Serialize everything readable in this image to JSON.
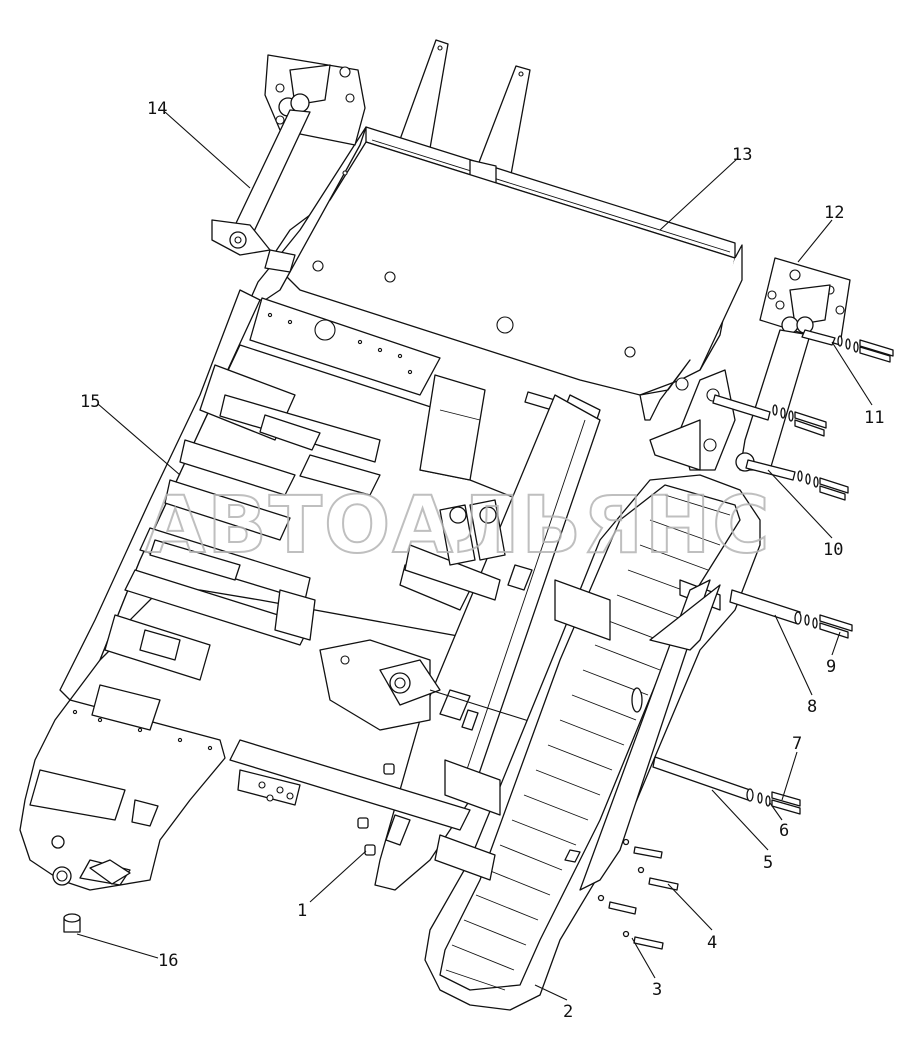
{
  "watermark": "АВТОАЛЬЯНС",
  "callouts": [
    {
      "id": "c1",
      "label": "1"
    },
    {
      "id": "c2",
      "label": "2"
    },
    {
      "id": "c3",
      "label": "3"
    },
    {
      "id": "c4",
      "label": "4"
    },
    {
      "id": "c5",
      "label": "5"
    },
    {
      "id": "c6",
      "label": "6"
    },
    {
      "id": "c7",
      "label": "7"
    },
    {
      "id": "c8",
      "label": "8"
    },
    {
      "id": "c9",
      "label": "9"
    },
    {
      "id": "c10",
      "label": "10"
    },
    {
      "id": "c11",
      "label": "11"
    },
    {
      "id": "c12",
      "label": "12"
    },
    {
      "id": "c13",
      "label": "13"
    },
    {
      "id": "c14",
      "label": "14"
    },
    {
      "id": "c15",
      "label": "15"
    },
    {
      "id": "c16",
      "label": "16"
    }
  ]
}
